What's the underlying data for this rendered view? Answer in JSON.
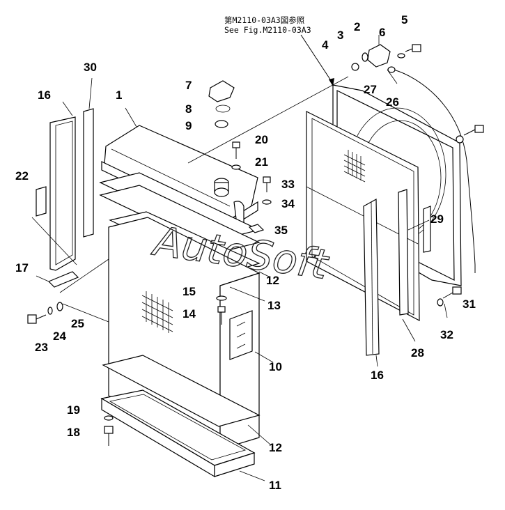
{
  "reference": {
    "line1": "第M2110-03A3図参照",
    "line2": "See Fig.M2110-03A3"
  },
  "watermark": "AutoSoft",
  "callouts": [
    "1",
    "2",
    "3",
    "4",
    "5",
    "6",
    "7",
    "8",
    "9",
    "10",
    "11",
    "12",
    "12",
    "13",
    "14",
    "15",
    "16",
    "16",
    "17",
    "18",
    "19",
    "20",
    "21",
    "22",
    "23",
    "24",
    "25",
    "26",
    "27",
    "28",
    "29",
    "30",
    "31",
    "32",
    "33",
    "34",
    "35"
  ]
}
